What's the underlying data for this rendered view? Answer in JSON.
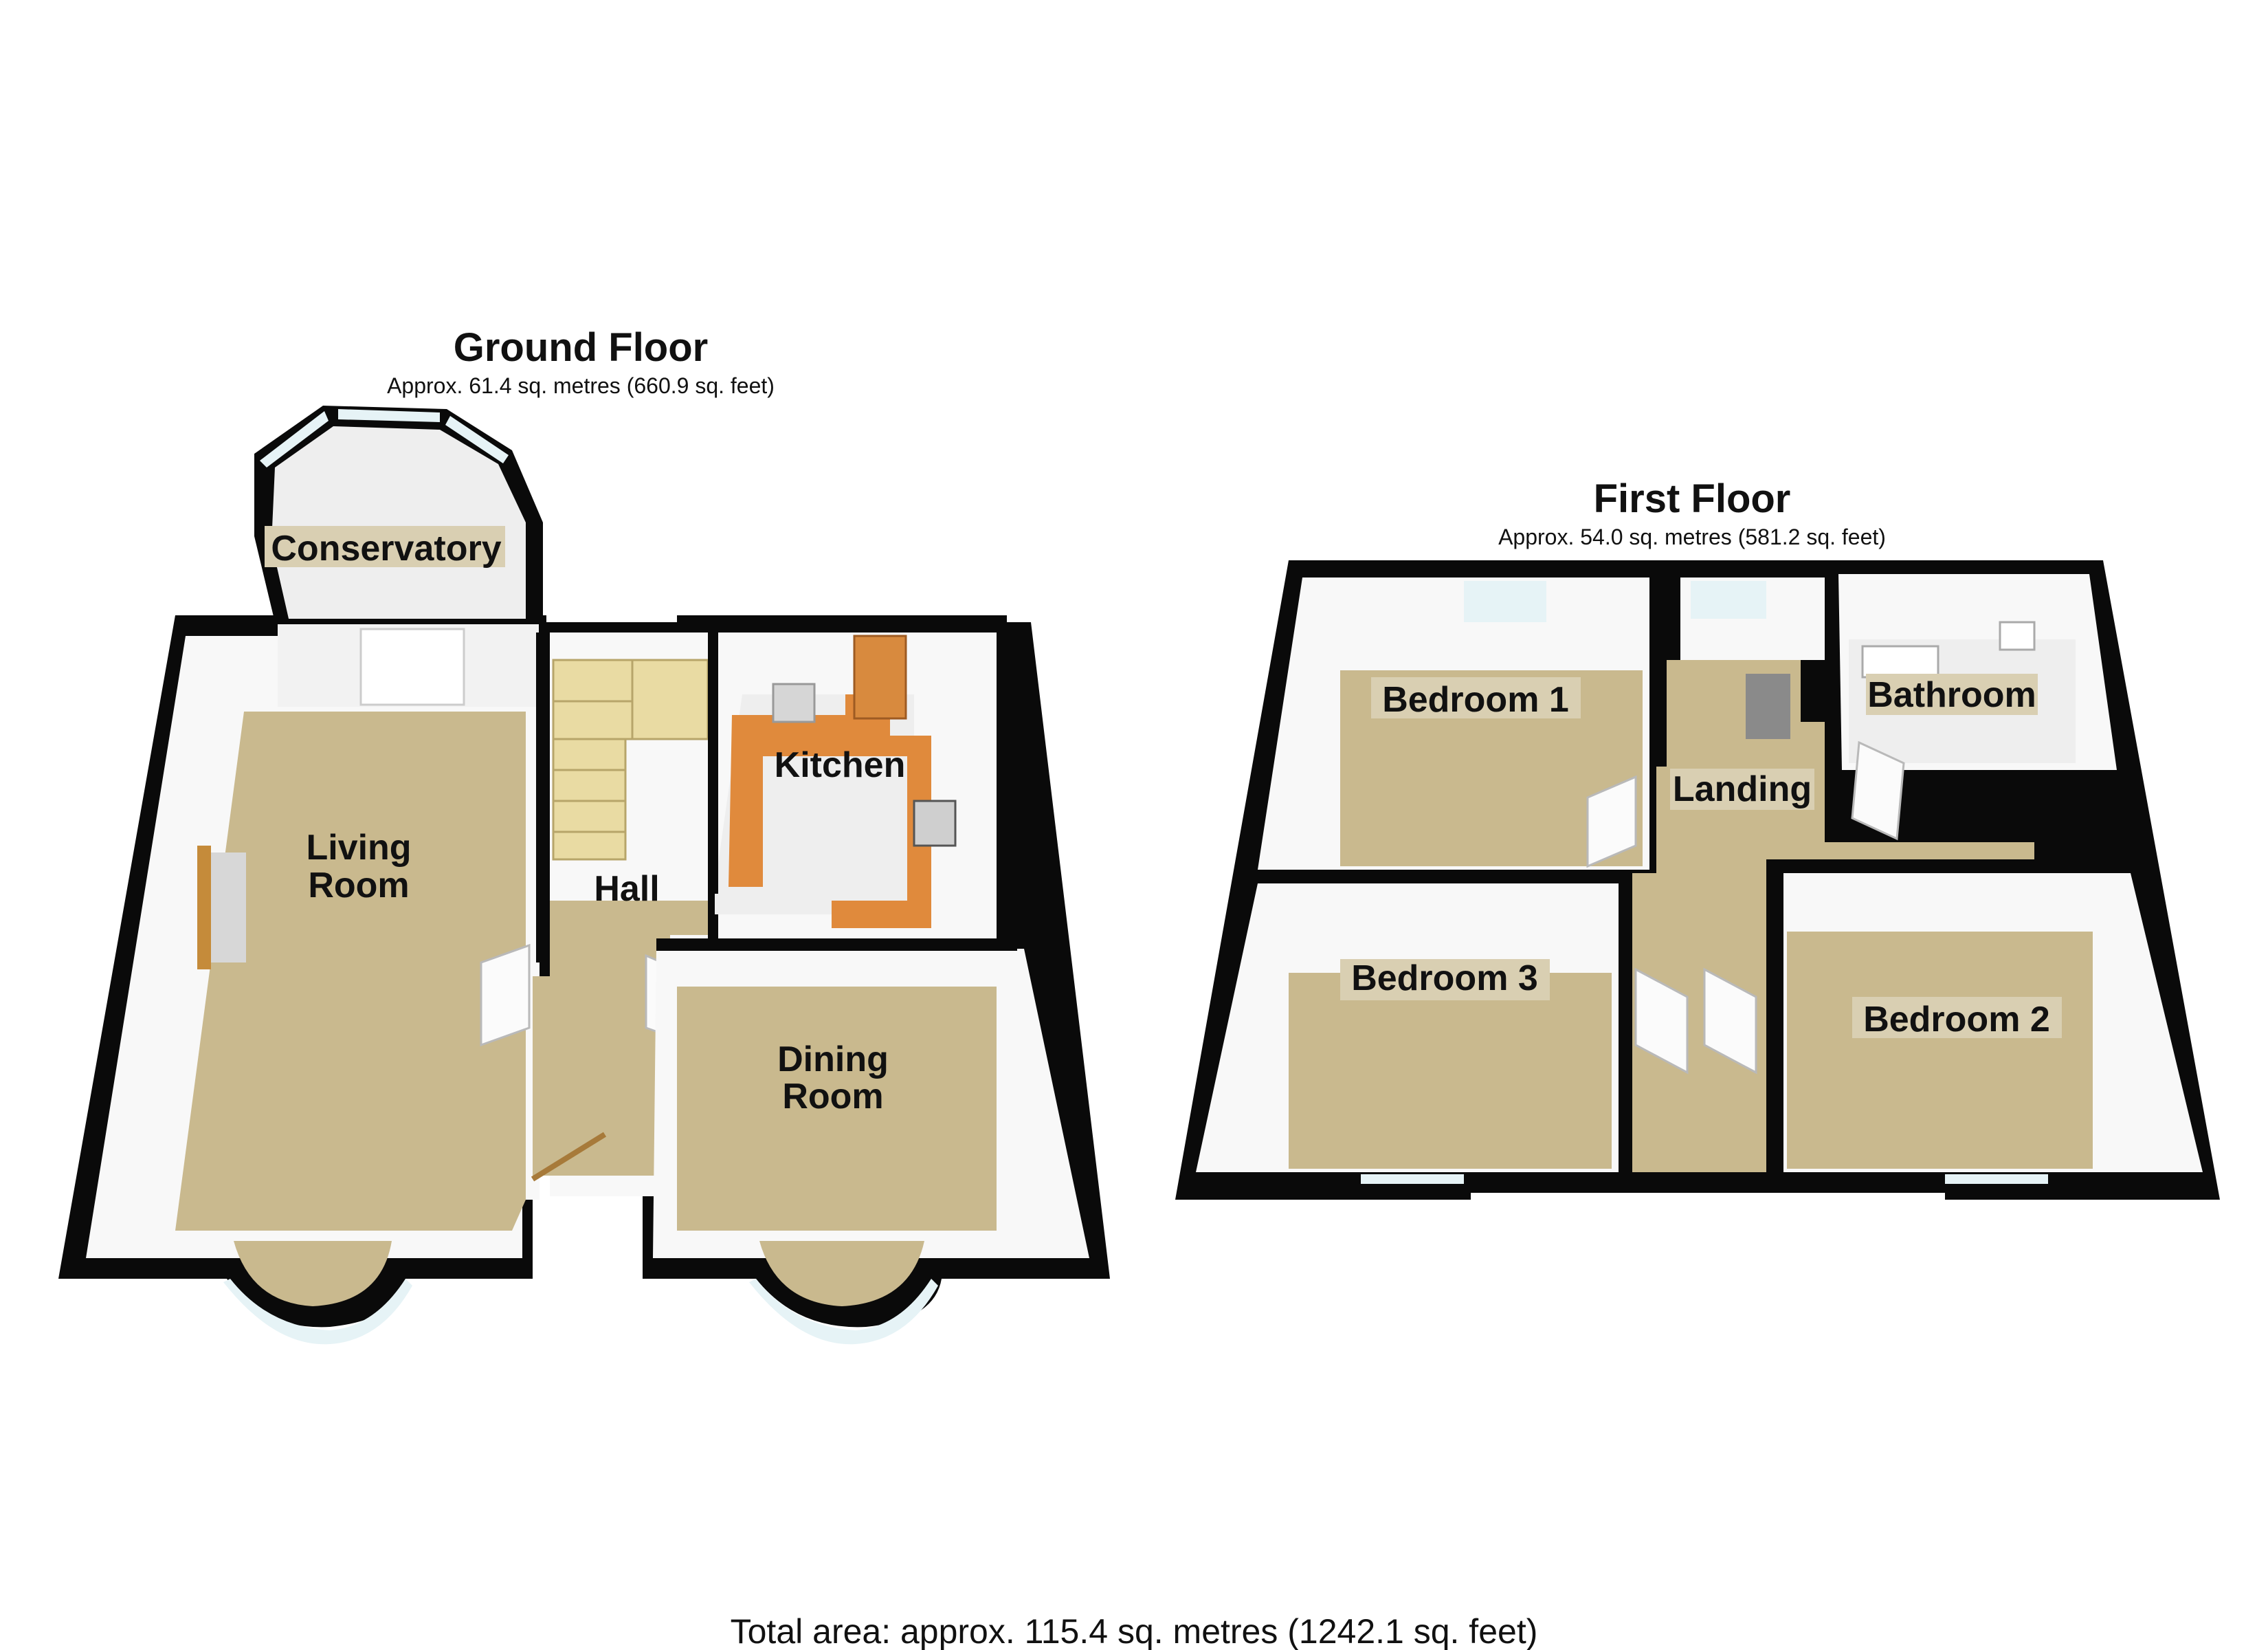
{
  "ground_floor": {
    "title": "Ground Floor",
    "area": "Approx. 61.4 sq. metres (660.9 sq. feet)",
    "rooms": {
      "conservatory": "Conservatory",
      "living_room_line1": "Living",
      "living_room_line2": "Room",
      "hall": "Hall",
      "kitchen": "Kitchen",
      "dining_room_line1": "Dining",
      "dining_room_line2": "Room"
    }
  },
  "first_floor": {
    "title": "First Floor",
    "area": "Approx. 54.0 sq. metres (581.2 sq. feet)",
    "rooms": {
      "bedroom1": "Bedroom 1",
      "bathroom": "Bathroom",
      "landing": "Landing",
      "bedroom3": "Bedroom 3",
      "bedroom2": "Bedroom 2"
    }
  },
  "total_area": "Total area: approx. 115.4 sq. metres (1242.1 sq. feet)"
}
